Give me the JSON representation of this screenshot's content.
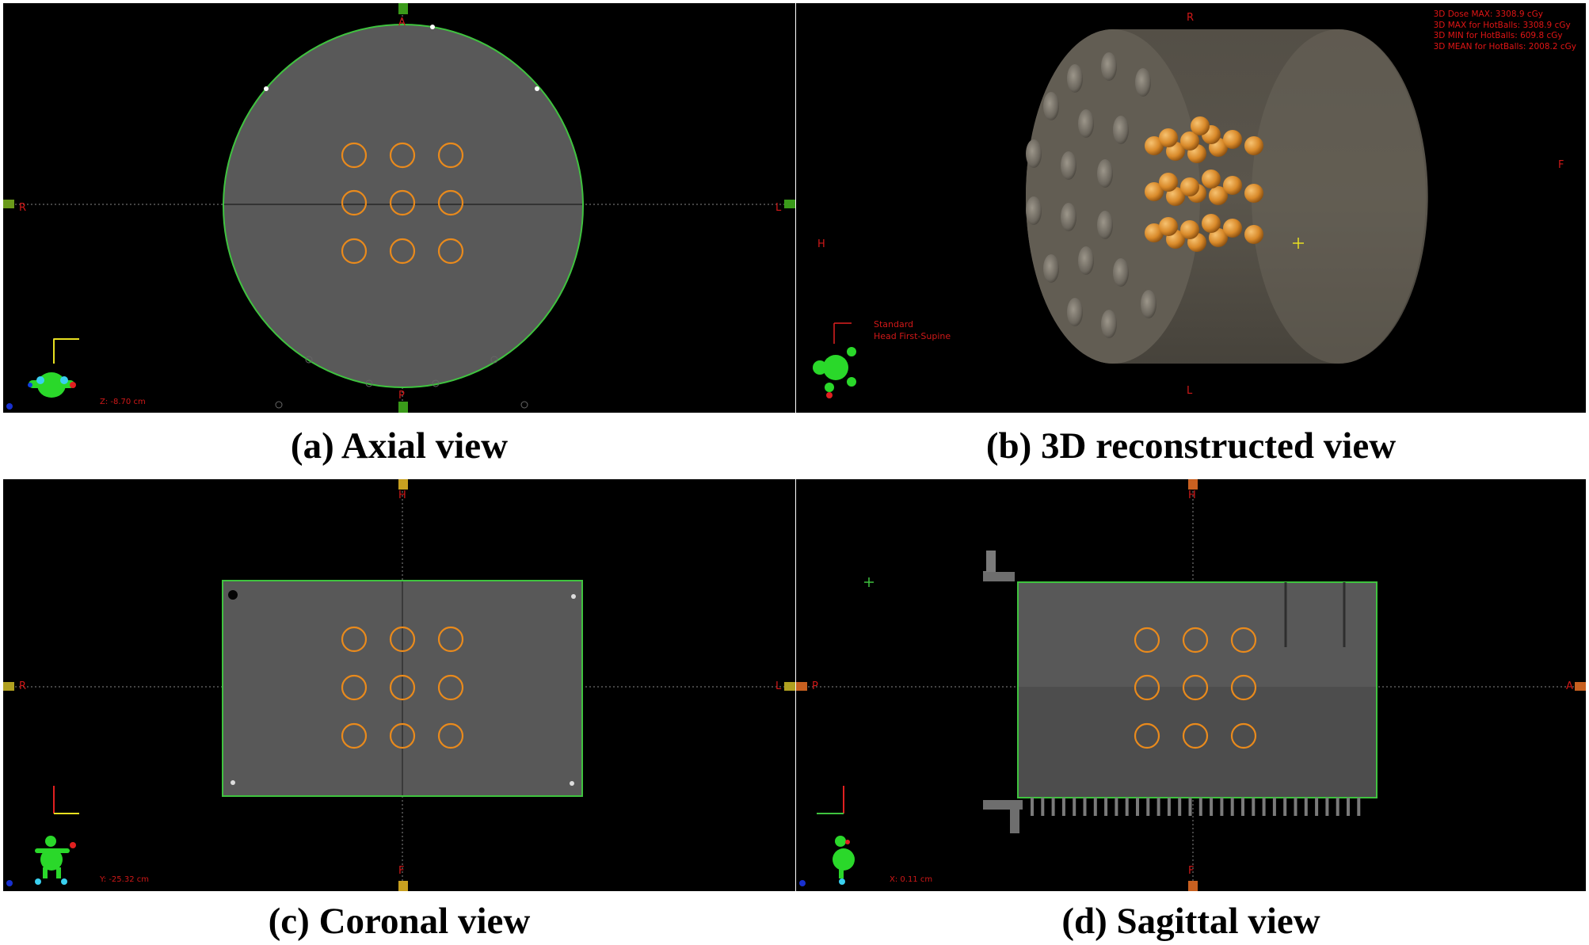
{
  "captions": {
    "axial": "(a) Axial view",
    "reconstructed": "(b) 3D reconstructed view",
    "coronal": "(c) Coronal view",
    "sagittal": "(d) Sagittal view"
  },
  "axial": {
    "orientation": {
      "top": "A",
      "bottom": "P",
      "left": "R",
      "right": "L"
    },
    "slice_position": "Z: -8.70 cm"
  },
  "reconstructed": {
    "orientation": {
      "top": "R",
      "bottom": "L",
      "left": "H",
      "right": "F"
    },
    "dose_stats": [
      "3D Dose MAX: 3308.9 cGy",
      "3D MAX for HotBalls: 3308.9 cGy",
      "3D MIN for HotBalls: 609.8 cGy",
      "3D MEAN for HotBalls: 2008.2 cGy"
    ],
    "view_label": "Standard",
    "patient_position": "Head First-Supine"
  },
  "coronal": {
    "orientation": {
      "top": "H",
      "bottom": "F",
      "left": "R",
      "right": "L"
    },
    "slice_position": "Y: -25.32 cm"
  },
  "sagittal": {
    "orientation": {
      "top": "H",
      "bottom": "F",
      "left": "P",
      "right": "A"
    },
    "slice_position": "X: 0.11 cm"
  },
  "colors": {
    "background": "#000000",
    "contour": "#3fc33f",
    "roi_ring": "#e98a1c",
    "hotball": "#d98a2a",
    "orientation_text": "#d01818",
    "phantom_gray": "#5a5a5a"
  }
}
